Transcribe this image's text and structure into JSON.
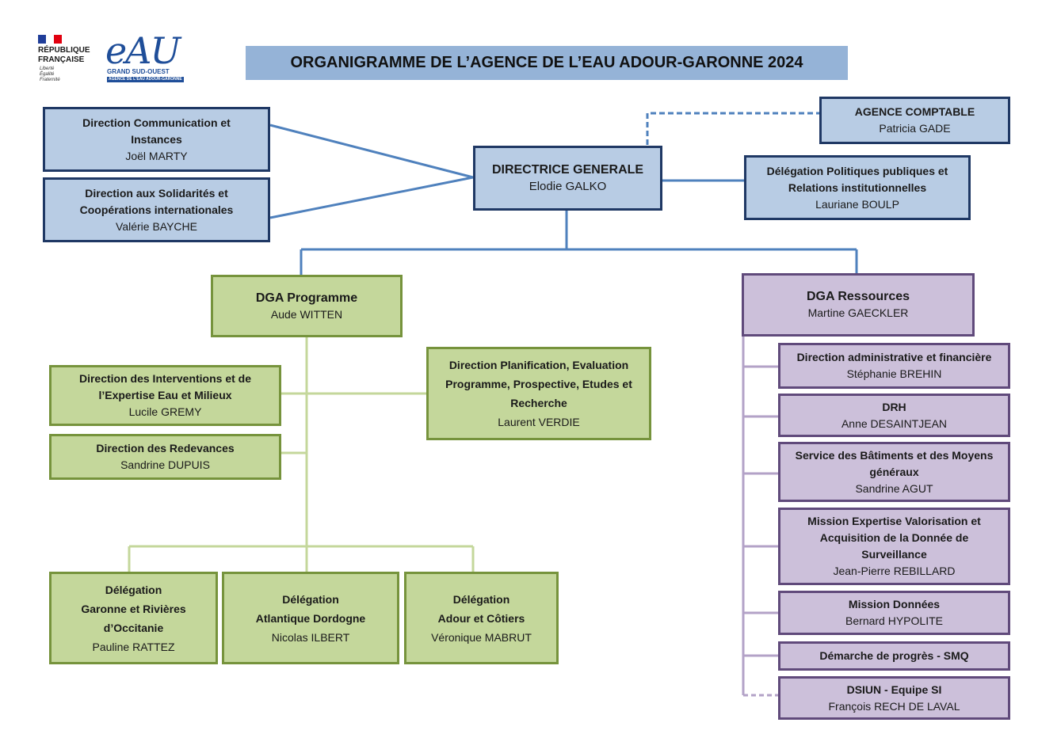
{
  "header": {
    "republique": "RÉPUBLIQUE FRANÇAISE",
    "motto": [
      "Liberté",
      "Égalité",
      "Fraternité"
    ],
    "logo_text": "eAU",
    "logo_sub": "GRAND SUD-OUEST",
    "logo_sub2": "AGENCE DE L'EAU ADOUR-GARONNE",
    "title": "ORGANIGRAMME DE L’AGENCE DE L’EAU ADOUR-GARONNE 2024"
  },
  "colors": {
    "blue_fill": "#b8cce4",
    "blue_border": "#1f3864",
    "blue_line": "#4f81bd",
    "green_fill": "#c4d79b",
    "green_border": "#76933c",
    "purple_fill": "#ccc0da",
    "purple_border": "#604a7b",
    "purple_line": "#b3a2c7",
    "title_band": "#95b3d7"
  },
  "top": {
    "dg": {
      "title": "DIRECTRICE GENERALE",
      "name": "Elodie GALKO"
    },
    "comptable": {
      "title": "AGENCE COMPTABLE",
      "name": "Patricia GADE"
    },
    "delegation_pp": {
      "title": "Délégation Politiques publiques et Relations institutionnelles",
      "name": "Lauriane BOULP"
    },
    "communication": {
      "title": "Direction Communication et Instances",
      "name": "Joël MARTY"
    },
    "solidarites": {
      "title": "Direction aux Solidarités et Coopérations internationales",
      "name": "Valérie BAYCHE"
    }
  },
  "programme": {
    "dga": {
      "title": "DGA Programme",
      "name": "Aude WITTEN"
    },
    "interventions": {
      "title": "Direction des Interventions et de l’Expertise Eau et Milieux",
      "name": "Lucile GREMY"
    },
    "redevances": {
      "title": "Direction des Redevances",
      "name": "Sandrine DUPUIS"
    },
    "planification": {
      "title": "Direction Planification, Evaluation Programme, Prospective, Etudes et Recherche",
      "name": "Laurent VERDIE"
    },
    "delegations": [
      {
        "title1": "Délégation",
        "title2": "Garonne et Rivières d’Occitanie",
        "name": "Pauline RATTEZ"
      },
      {
        "title1": "Délégation",
        "title2": "Atlantique Dordogne",
        "name": "Nicolas ILBERT"
      },
      {
        "title1": "Délégation",
        "title2": "Adour et Côtiers",
        "name": "Véronique MABRUT"
      }
    ]
  },
  "ressources": {
    "dga": {
      "title": "DGA Ressources",
      "name": "Martine GAECKLER"
    },
    "items": [
      {
        "title": "Direction administrative et financière",
        "name": "Stéphanie BREHIN"
      },
      {
        "title": "DRH",
        "name": "Anne DESAINTJEAN"
      },
      {
        "title": "Service des Bâtiments et des Moyens généraux",
        "name": "Sandrine AGUT"
      },
      {
        "title": "Mission Expertise Valorisation et Acquisition de la Donnée de Surveillance",
        "name": "Jean-Pierre REBILLARD"
      },
      {
        "title": "Mission Données",
        "name": "Bernard HYPOLITE"
      },
      {
        "title": "Démarche de progrès - SMQ",
        "name": ""
      },
      {
        "title": "DSIUN - Equipe SI",
        "name": "François RECH DE LAVAL"
      }
    ]
  }
}
